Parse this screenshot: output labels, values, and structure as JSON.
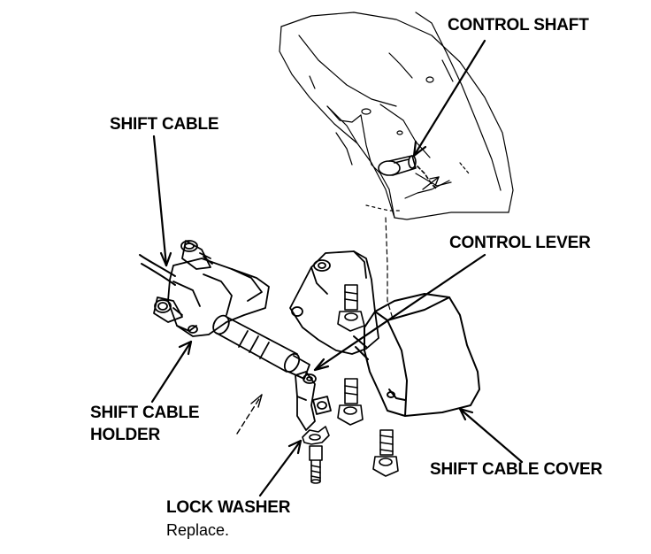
{
  "diagram": {
    "labels": {
      "control_shaft": "CONTROL SHAFT",
      "shift_cable": "SHIFT CABLE",
      "control_lever": "CONTROL LEVER",
      "shift_cable_holder_line1": "SHIFT CABLE",
      "shift_cable_holder_line2": "HOLDER",
      "shift_cable_cover": "SHIFT CABLE COVER",
      "lock_washer": "LOCK WASHER",
      "lock_washer_note": "Replace."
    },
    "colors": {
      "ink": "#000000",
      "background": "#ffffff"
    }
  }
}
